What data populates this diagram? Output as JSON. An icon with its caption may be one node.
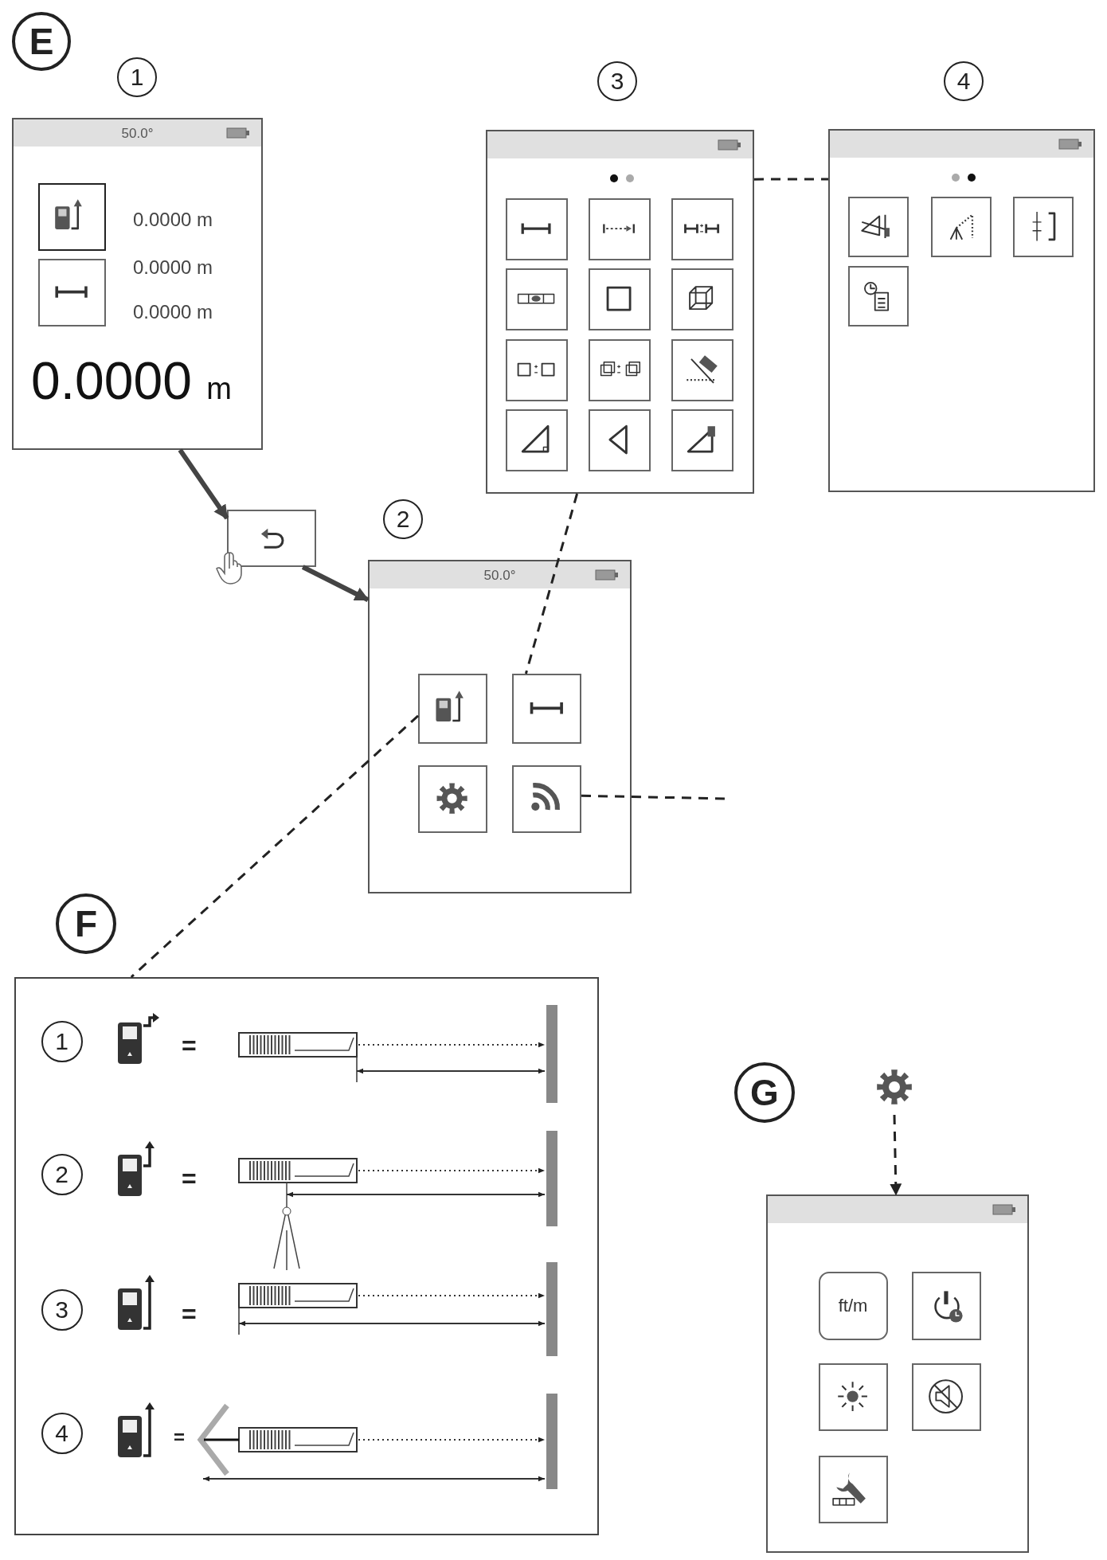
{
  "diagram": {
    "nodes": [
      {
        "text": [
          "E"
        ]
      },
      {
        "text": [
          "1"
        ]
      },
      {
        "text": [
          "50.0°",
          "0.0000 m",
          "0.0000 m",
          "0.0000 m",
          "0.0000 m"
        ]
      },
      {
        "text": [],
        "shape": "box",
        "in": 2
      },
      {
        "text": [],
        "shape": "box",
        "in": 2
      },
      {
        "text": [
          "3"
        ]
      },
      {
        "text": [
          "4"
        ]
      },
      {
        "text": [],
        "shape": "box"
      },
      {
        "text": [],
        "shape": "box",
        "in": 7
      },
      {
        "text": [],
        "shape": "box",
        "in": 7
      },
      {
        "text": [],
        "shape": "box",
        "in": 7
      },
      {
        "text": [],
        "shape": "box",
        "in": 7
      },
      {
        "text": [],
        "shape": "box",
        "in": 7
      },
      {
        "text": [],
        "shape": "box",
        "in": 7
      },
      {
        "text": [],
        "shape": "box",
        "in": 7
      },
      {
        "text": [],
        "shape": "box",
        "in": 7
      },
      {
        "text": [],
        "shape": "box",
        "in": 7
      },
      {
        "text": [],
        "shape": "box",
        "in": 7
      },
      {
        "text": [],
        "shape": "box",
        "in": 7
      },
      {
        "text": [],
        "shape": "box",
        "in": 7
      },
      {
        "text": [],
        "shape": "box"
      },
      {
        "text": [],
        "shape": "box",
        "in": 20
      },
      {
        "text": [],
        "shape": "box",
        "in": 20
      },
      {
        "text": [],
        "shape": "box",
        "in": 20
      },
      {
        "text": [],
        "shape": "box",
        "in": 20
      },
      {
        "text": [],
        "shape": "box"
      },
      {
        "text": [
          "2"
        ]
      },
      {
        "text": [
          "50.0°"
        ]
      },
      {
        "text": [],
        "shape": "box",
        "in": 27
      },
      {
        "text": [],
        "shape": "box",
        "in": 27
      },
      {
        "text": [],
        "shape": "box",
        "in": 27
      },
      {
        "text": [],
        "shape": "box",
        "in": 27
      },
      {
        "text": [
          "F"
        ]
      },
      {
        "text": [],
        "shape": "box"
      },
      {
        "text": [
          "1"
        ],
        "in": 33
      },
      {
        "text": [
          "2"
        ],
        "in": 33
      },
      {
        "text": [
          "3"
        ],
        "in": 33
      },
      {
        "text": [
          "4"
        ],
        "in": 33
      },
      {
        "text": [
          "G"
        ]
      },
      {
        "text": [],
        "shape": "gear"
      },
      {
        "text": [],
        "shape": "box"
      },
      {
        "text": [
          "ft/m"
        ],
        "in": 40
      },
      {
        "text": [],
        "shape": "box",
        "in": 40
      },
      {
        "text": [],
        "shape": "box",
        "in": 40
      },
      {
        "text": [],
        "shape": "box",
        "in": 40
      },
      {
        "text": [],
        "shape": "box",
        "in": 40
      }
    ],
    "edges": [
      {
        "from": 2,
        "to": 25,
        "arrow": "to",
        "style": "thick"
      },
      {
        "from": 25,
        "to": 27,
        "arrow": "to",
        "style": "thick"
      },
      {
        "from": 7,
        "to": 29,
        "arrow": "none",
        "style": "dashed"
      },
      {
        "from": 7,
        "to": 20,
        "arrow": "none",
        "style": "dashed"
      },
      {
        "from": 28,
        "to": 33,
        "arrow": "none",
        "style": "dashed"
      },
      {
        "from": 31,
        "to": null,
        "arrow": "none",
        "style": "dashed"
      },
      {
        "from": 39,
        "to": 40,
        "arrow": "to",
        "style": "dashed"
      }
    ],
    "labels": [
      "=",
      "=",
      "=",
      "="
    ]
  }
}
